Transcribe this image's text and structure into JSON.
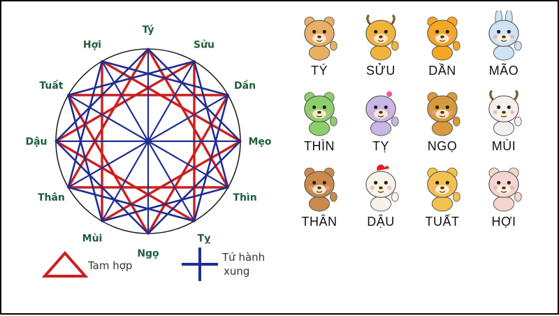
{
  "colors": {
    "tam_hop": "#cc1f1f",
    "tu_hanh_xung": "#1f2e8f",
    "label": "#1e5e3a",
    "circle": "#222222"
  },
  "wheel": {
    "animals": [
      "Tý",
      "Sửu",
      "Dần",
      "Mẹo",
      "Thìn",
      "Tỵ",
      "Ngọ",
      "Mùi",
      "Thân",
      "Dậu",
      "Tuất",
      "Hợi"
    ]
  },
  "legend": {
    "tam_hop": "Tam hợp",
    "tu_hanh_xung_1": "Tứ hành",
    "tu_hanh_xung_2": "xung"
  },
  "zodiac": [
    {
      "name": "TÝ",
      "icon": "rat-icon",
      "color": "#e8b064"
    },
    {
      "name": "SỬU",
      "icon": "ox-icon",
      "color": "#f0b43c"
    },
    {
      "name": "DẦN",
      "icon": "tiger-icon",
      "color": "#f5a623"
    },
    {
      "name": "MÃO",
      "icon": "rabbit-icon",
      "color": "#cfe3f5"
    },
    {
      "name": "THÌN",
      "icon": "dragon-icon",
      "color": "#8ccf6a"
    },
    {
      "name": "TỴ",
      "icon": "snake-icon",
      "color": "#c9b7e6"
    },
    {
      "name": "NGỌ",
      "icon": "horse-icon",
      "color": "#d99a3e"
    },
    {
      "name": "MÙI",
      "icon": "goat-icon",
      "color": "#f4f0ee"
    },
    {
      "name": "THÂN",
      "icon": "monkey-icon",
      "color": "#c98a4b"
    },
    {
      "name": "DẬU",
      "icon": "rooster-icon",
      "color": "#f7f3e8"
    },
    {
      "name": "TUẤT",
      "icon": "dog-icon",
      "color": "#f2c14e"
    },
    {
      "name": "HỢI",
      "icon": "pig-icon",
      "color": "#f5d5cf"
    }
  ]
}
